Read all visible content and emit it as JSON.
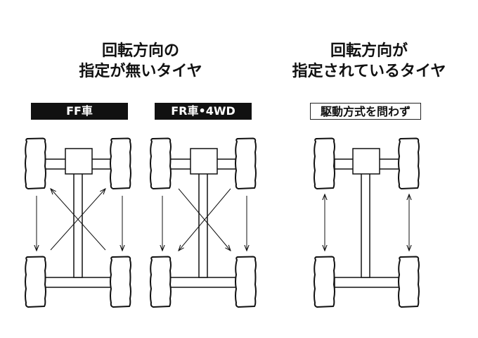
{
  "groups": {
    "left": {
      "title_line1": "回転方向の",
      "title_line2": "指定が無いタイヤ"
    },
    "right": {
      "title_line1": "回転方向が",
      "title_line2": "指定されているタイヤ"
    }
  },
  "labels": {
    "ff": "FF車",
    "fr4wd": "FR車•4WD",
    "any": "駆動方式を問わず"
  },
  "colors": {
    "ink": "#111111",
    "tire_fill": "#ffffff",
    "label_dark_bg": "#111111",
    "label_dark_text": "#ffffff"
  }
}
